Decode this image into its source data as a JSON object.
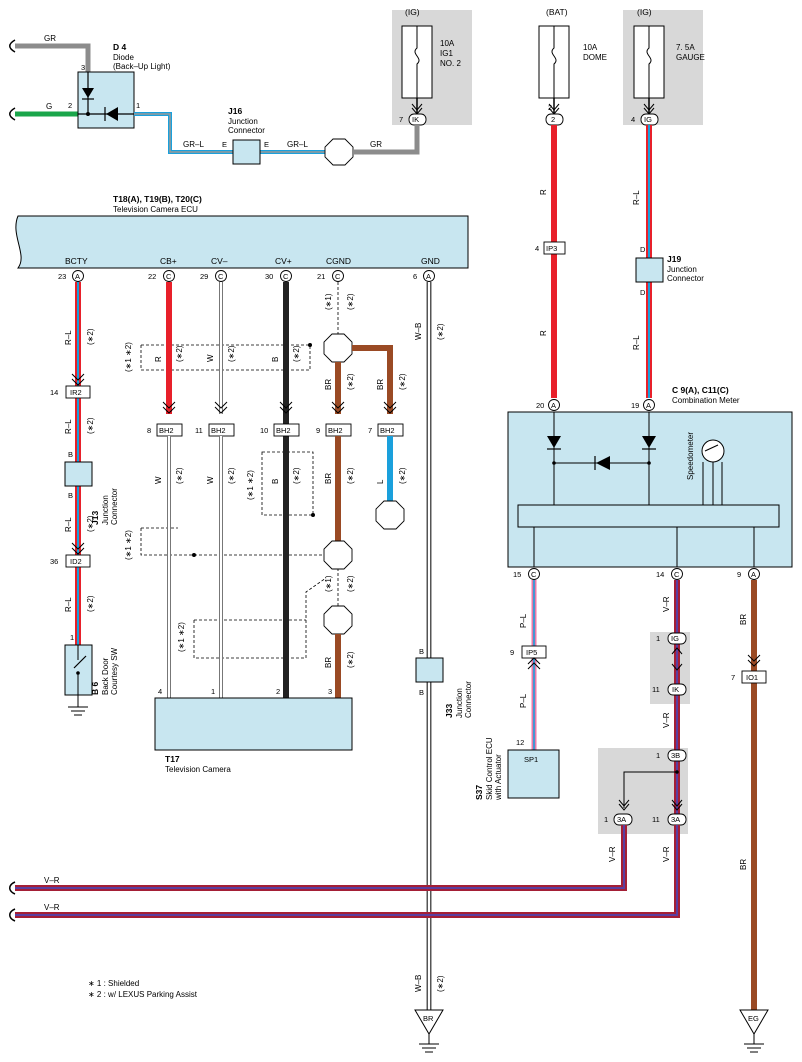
{
  "power_labels": {
    "ig1": "(IG)",
    "bat": "(BAT)",
    "ig2": "(IG)"
  },
  "fuses": {
    "ig1_no2": {
      "amps": "10A",
      "line1": "IG1",
      "line2": "NO. 2"
    },
    "dome": {
      "amps": "10A",
      "line1": "DOME"
    },
    "gauge": {
      "amps": "7. 5A",
      "line1": "GAUGE"
    }
  },
  "diode": {
    "code": "D 4",
    "name": "Diode",
    "sub": "(Back–Up Light)",
    "pins": {
      "p3": "3",
      "p2": "2",
      "p1": "1"
    }
  },
  "wire_colors": {
    "gr": "GR",
    "g": "G",
    "gr_l": "GR–L",
    "r": "R",
    "r_l": "R–L",
    "w": "W",
    "b": "B",
    "br": "BR",
    "l": "L",
    "w_b": "W–B",
    "p_l": "P–L",
    "v_r": "V–R"
  },
  "j16": {
    "code": "J16",
    "line1": "Junction",
    "line2": "Connector",
    "pin": "E"
  },
  "ecu": {
    "code": "T18(A), T19(B), T20(C)",
    "name": "Television Camera ECU",
    "terms": [
      {
        "label": "BCTY",
        "pin": "23",
        "tag": "A"
      },
      {
        "label": "CB+",
        "pin": "22",
        "tag": "C"
      },
      {
        "label": "CV–",
        "pin": "29",
        "tag": "C"
      },
      {
        "label": "CV+",
        "pin": "30",
        "tag": "C"
      },
      {
        "label": "CGND",
        "pin": "21",
        "tag": "C"
      },
      {
        "label": "GND",
        "pin": "6",
        "tag": "A"
      }
    ]
  },
  "notes": {
    "s1": "(∗1)",
    "s2": "(∗2)",
    "s12": "(∗1 ∗2)",
    "def1": "∗ 1 : Shielded",
    "def2": "∗ 2 : w/ LEXUS Parking Assist"
  },
  "conn_tags": {
    "ik": "IK",
    "n2": "2",
    "ig": "IG",
    "ip3": "IP3",
    "ir2": "IR2",
    "id2": "ID2",
    "bh2": "BH2",
    "ip5": "IP5",
    "io1": "IO1",
    "a": "A",
    "c": "C",
    "b3": "3B",
    "a3": "3A",
    "sp1": "SP1",
    "br_ground": "BR",
    "eg_ground": "EG"
  },
  "pins": {
    "p7": "7",
    "p2": "2",
    "p4": "4",
    "p14": "14",
    "p36": "36",
    "p1": "1",
    "p8": "8",
    "p11": "11",
    "p10": "10",
    "p9": "9",
    "p20": "20",
    "p19": "19",
    "p15": "15",
    "p12": "12",
    "p3": "3",
    "b_top": "B",
    "b_bot": "B",
    "d_top": "D",
    "d_bot": "D"
  },
  "j19": {
    "code": "J19",
    "line1": "Junction",
    "line2": "Connector"
  },
  "j13": {
    "code": "J13",
    "line1": "Junction",
    "line2": "Connector"
  },
  "j33": {
    "code": "J33",
    "line1": "Junction",
    "line2": "Connector"
  },
  "meter": {
    "code": "C 9(A), C11(C)",
    "name": "Combination Meter",
    "speedometer": "Speedometer"
  },
  "b6": {
    "code": "B 6",
    "line1": "Back Door",
    "line2": "Courtesy SW"
  },
  "camera": {
    "code": "T17",
    "name": "Television Camera",
    "pins": [
      "4",
      "1",
      "2",
      "3"
    ]
  },
  "s37": {
    "code": "S37",
    "line1": "Skid Control ECU",
    "line2": "with Actuator"
  },
  "colors": {
    "red": "#e8202a",
    "green": "#1aa64a",
    "blue": "#1aa0dc",
    "brown": "#9a4a24",
    "box": "#c8e6f0",
    "gray": "#8c8c8c",
    "fuse": "#d8d8d8"
  }
}
